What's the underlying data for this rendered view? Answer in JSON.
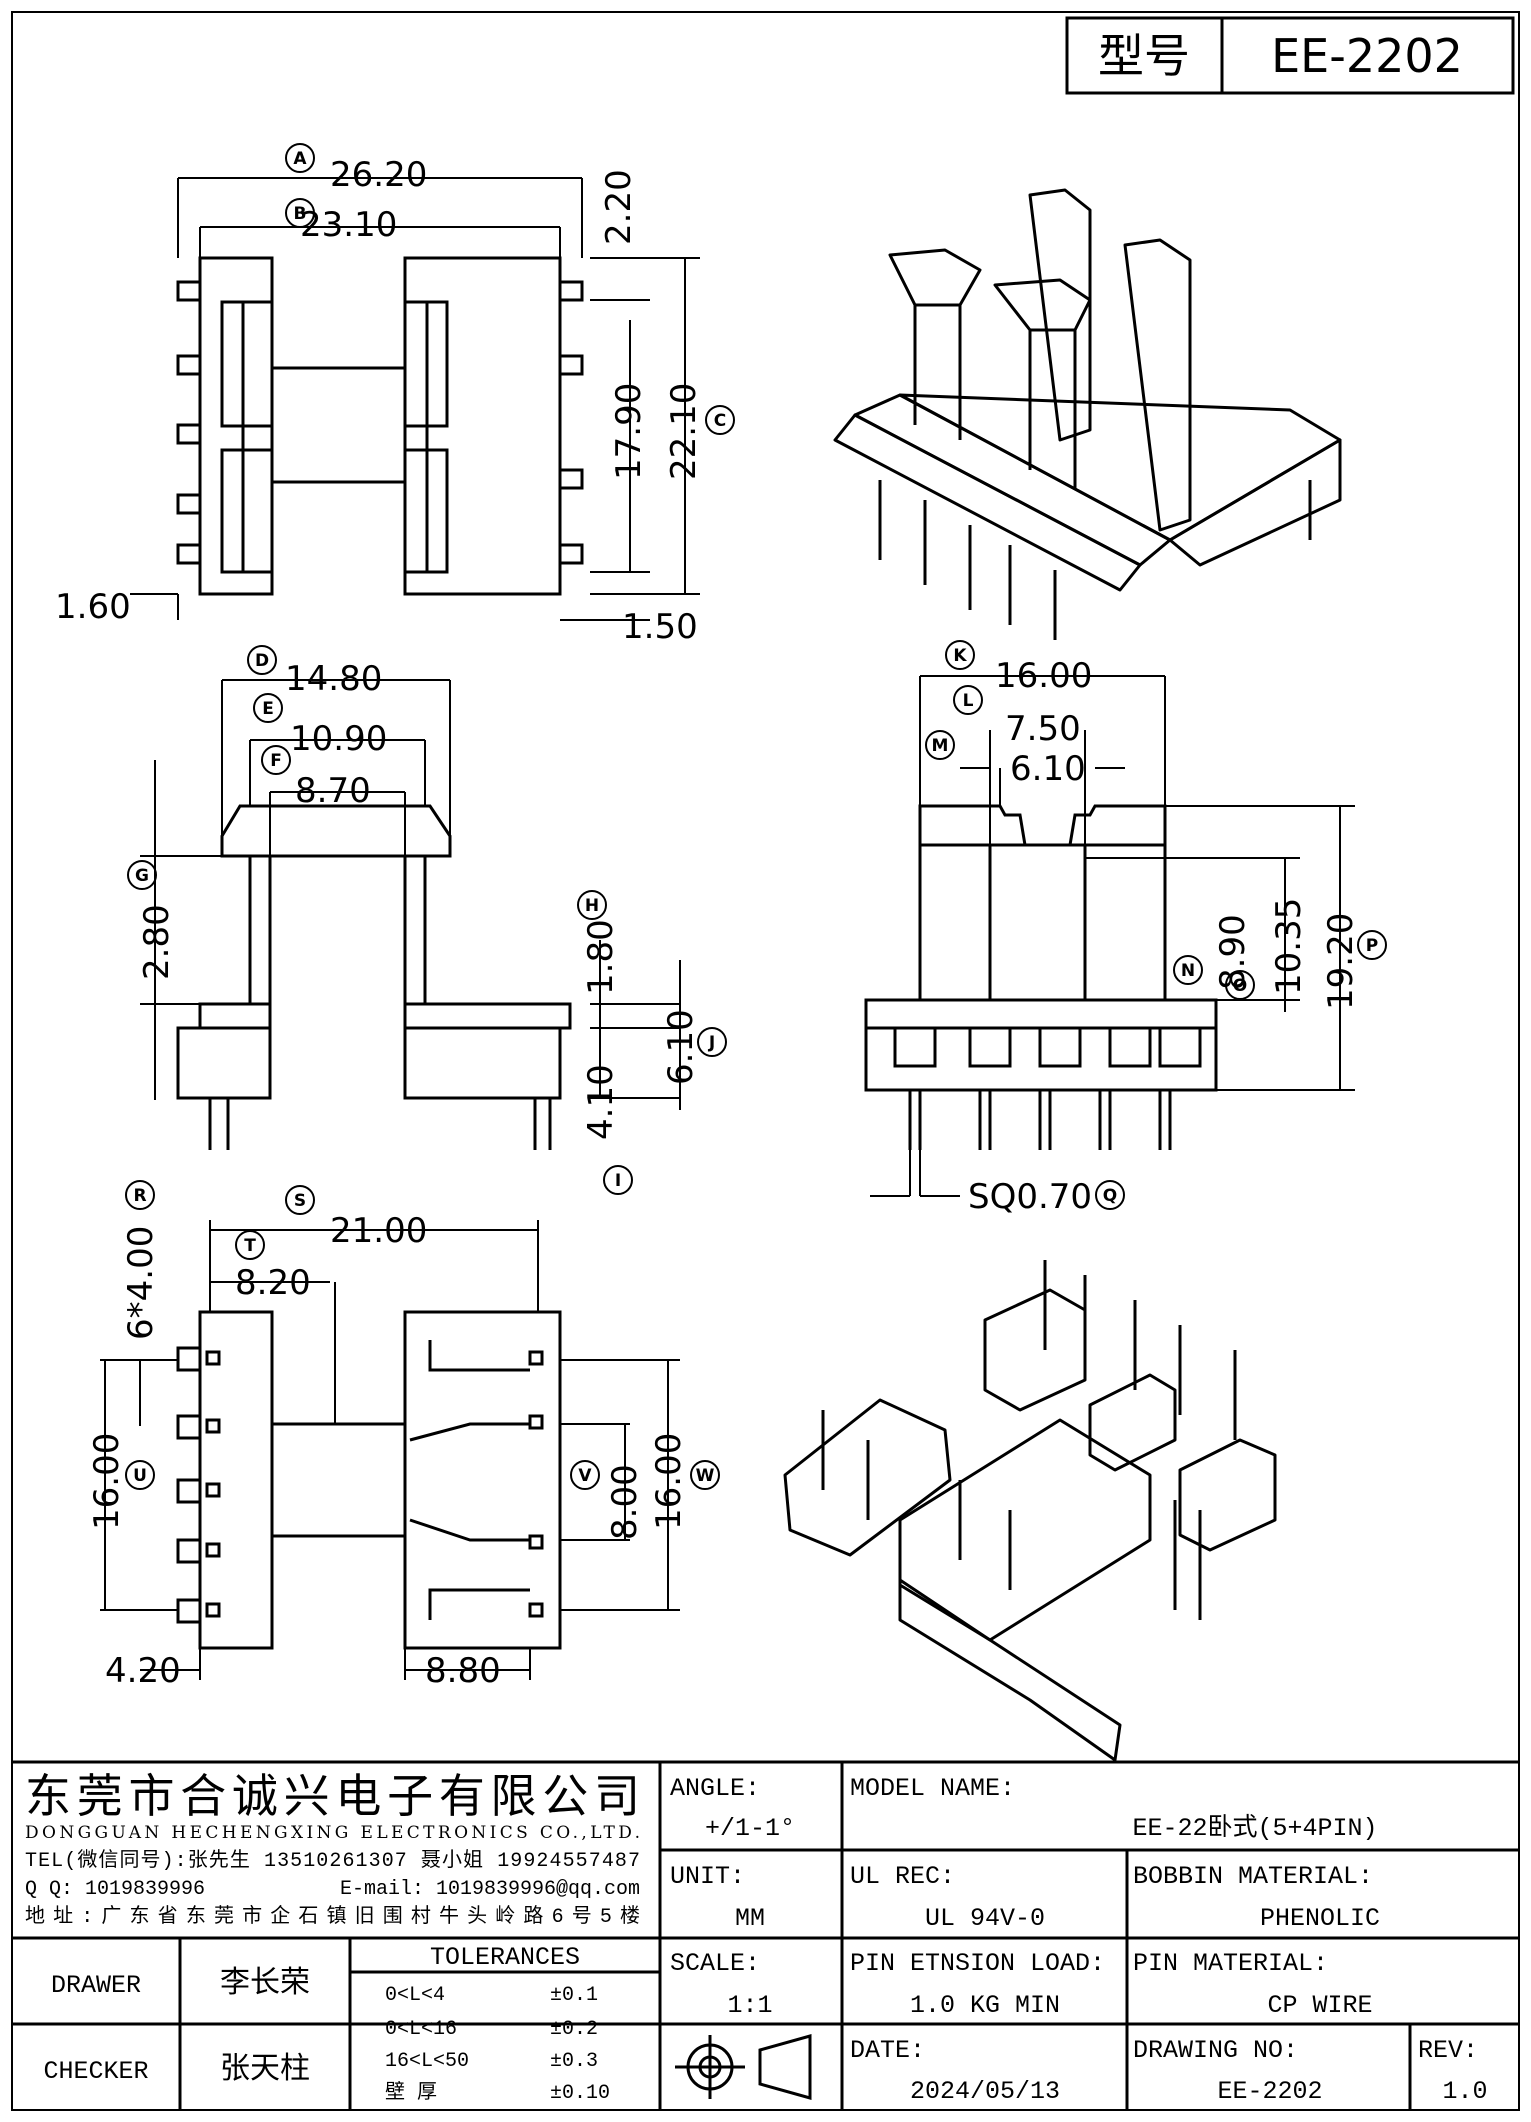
{
  "header": {
    "model_label": "型号",
    "model_value": "EE-2202"
  },
  "dimensions": {
    "a": "26.20",
    "b": "23.10",
    "c": "22.10",
    "h_top": "2.20",
    "h_inner": "17.90",
    "left_pin": "1.60",
    "right_pin": "1.50",
    "d": "14.80",
    "e": "10.90",
    "f": "8.70",
    "g": "2.80",
    "h": "1.80",
    "i": "4.10",
    "j": "6.10",
    "k": "16.00",
    "l": "7.50",
    "m": "6.10",
    "n": "8.90",
    "o": "10.35",
    "p": "19.20",
    "q": "SQ0.70",
    "r": "6*4.00",
    "s": "21.00",
    "t": "8.20",
    "u": "16.00",
    "v": "8.00",
    "w": "16.00",
    "bl": "4.20",
    "br": "8.80"
  },
  "letters": [
    "A",
    "B",
    "C",
    "D",
    "E",
    "F",
    "G",
    "H",
    "I",
    "J",
    "K",
    "L",
    "M",
    "N",
    "O",
    "P",
    "Q",
    "R",
    "S",
    "T",
    "U",
    "V",
    "W"
  ],
  "company": {
    "name_cn": "东莞市合诚兴电子有限公司",
    "name_en": "DONGGUAN HECHENGXING ELECTRONICS CO.,LTD.",
    "tel": "TEL(微信同号):张先生 13510261307 聂小姐 19924557487",
    "qq": "Q Q: 1019839996",
    "email": "E-mail: 1019839996@qq.com",
    "address": "地址:广东省东莞市企石镇旧围村牛头岭路6号5楼"
  },
  "title_block": {
    "angle_label": "ANGLE:",
    "angle_value": "+/1-1°",
    "model_name_label": "MODEL NAME:",
    "model_name_value": "EE-22卧式(5+4PIN)",
    "unit_label": "UNIT:",
    "unit_value": "MM",
    "ul_label": "UL REC:",
    "ul_value": "UL 94V-0",
    "bobbin_label": "BOBBIN MATERIAL:",
    "bobbin_value": "PHENOLIC",
    "scale_label": "SCALE:",
    "scale_value": "1:1",
    "pin_load_label": "PIN ETNSION LOAD:",
    "pin_load_value": "1.0 KG MIN",
    "pin_mat_label": "PIN MATERIAL:",
    "pin_mat_value": "CP WIRE",
    "date_label": "DATE:",
    "date_value": "2024/05/13",
    "drawing_label": "DRAWING NO:",
    "drawing_value": "EE-2202",
    "rev_label": "REV:",
    "rev_value": "1.0",
    "drawer_label": "DRAWER",
    "drawer_value": "李长荣",
    "checker_label": "CHECKER",
    "checker_value": "张天柱",
    "tol_title": "TOLERANCES",
    "tol_rows": [
      {
        "range": "0<L<4",
        "value": "±0.1"
      },
      {
        "range": "0<L<16",
        "value": "±0.2"
      },
      {
        "range": "16<L<50",
        "value": "±0.3"
      },
      {
        "range": "壁  厚",
        "value": "±0.10"
      }
    ]
  }
}
